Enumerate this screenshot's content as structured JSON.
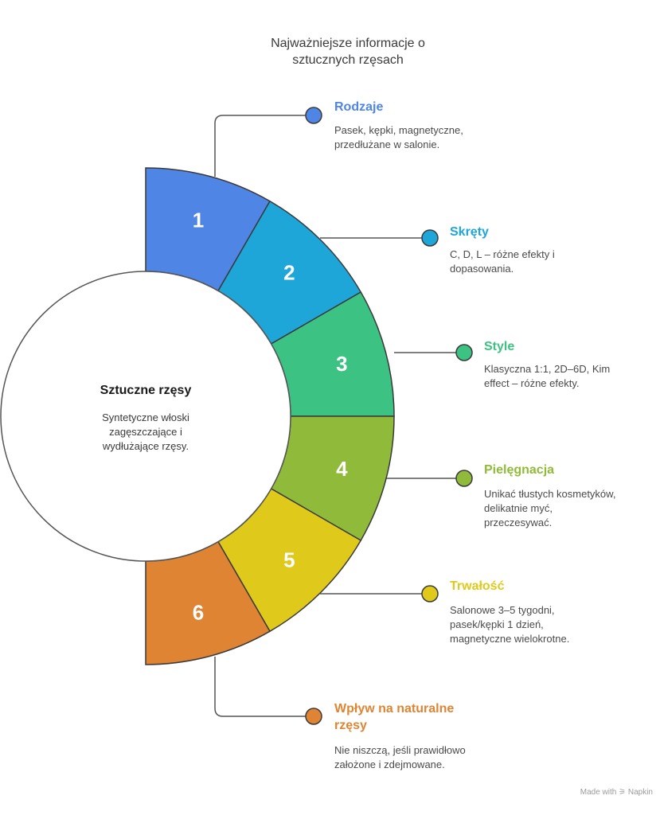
{
  "title": "Najważniejsze informacje o\nsztucznych rzęsach",
  "center": {
    "title": "Sztuczne rzęsy",
    "desc": "Syntetyczne włoski\nzagęszczające i\nwydłużające rzęsy."
  },
  "items": [
    {
      "num": "1",
      "title": "Rodzaje",
      "desc": "Pasek, kępki, magnetyczne,\nprzedłużane w salonie.",
      "color": "#4f86e6"
    },
    {
      "num": "2",
      "title": "Skręty",
      "desc": "C, D, L – różne efekty i\ndopasowania.",
      "color": "#1fa6d8"
    },
    {
      "num": "3",
      "title": "Style",
      "desc": "Klasyczna 1:1, 2D–6D, Kim\neffect – różne efekty.",
      "color": "#3cc282"
    },
    {
      "num": "4",
      "title": "Pielęgnacja",
      "desc": "Unikać tłustych kosmetyków,\ndelikatnie myć,\nprzeczesywać.",
      "color": "#90bb3a"
    },
    {
      "num": "5",
      "title": "Trwałość",
      "desc": "Salonowe 3–5 tygodni,\npasek/kępki 1 dzień,\nmagnetyczne wielokrotne.",
      "color": "#dfc91a"
    },
    {
      "num": "6",
      "title": "Wpływ na naturalne\nrzęsy",
      "desc": "Nie niszczą, jeśli prawidłowo\nzałożone i zdejmowane.",
      "color": "#df8433"
    }
  ],
  "footer": "Made with ⚞ Napkin"
}
